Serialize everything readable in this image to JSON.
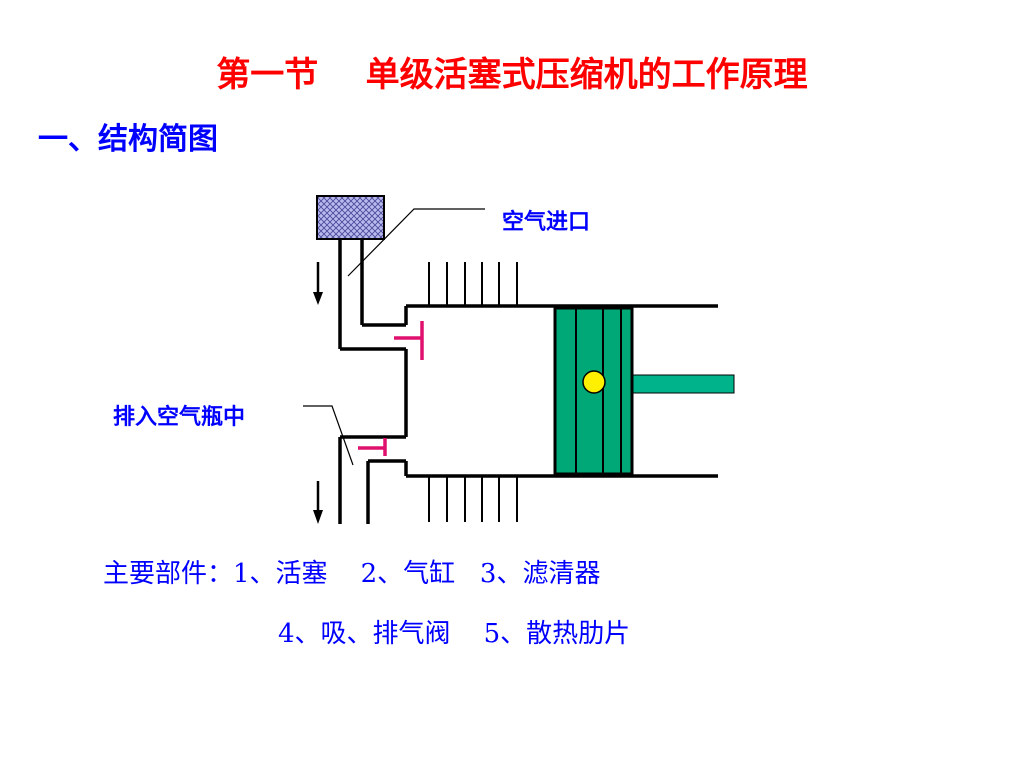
{
  "slide": {
    "title": "第一节    单级活塞式压缩机的工作原理",
    "subtitle": "一、结构简图"
  },
  "diagram": {
    "inlet_label": "空气进口",
    "outlet_label": "排入空气瓶中"
  },
  "parts": {
    "line1": "主要部件：1、活塞    2、气缸   3、滤清器",
    "line2": "4、吸、排气阀    5、散热肋片"
  },
  "colors": {
    "title": "#ff0000",
    "text": "#0000ff",
    "piston": "#00a878",
    "piston_rod": "#00b38a",
    "pin": "#ffef00",
    "valve": "#e0106e",
    "filter": "#b9b9ee"
  }
}
